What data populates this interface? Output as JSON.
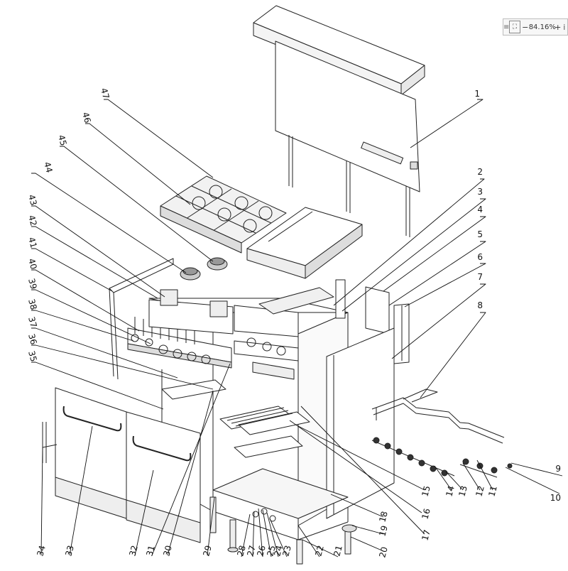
{
  "viewer": {
    "zoom_value": "84.16%",
    "zoom_minus": "−",
    "zoom_plus": "+",
    "menu_icon": "hamburger-icon",
    "fit_icon": "fit-to-screen-icon",
    "overflow_glyph": "i"
  },
  "callouts": [
    "1",
    "2",
    "3",
    "4",
    "5",
    "6",
    "7",
    "8",
    "9",
    "10",
    "11",
    "12",
    "13",
    "14",
    "15",
    "16",
    "17",
    "18",
    "19",
    "20",
    "21",
    "22",
    "23",
    "24",
    "25",
    "26",
    "27",
    "28",
    "29",
    "30",
    "31",
    "32",
    "33",
    "34",
    "35",
    "36",
    "37",
    "38",
    "39",
    "40",
    "41",
    "42",
    "43",
    "44",
    "45",
    "46",
    "47"
  ]
}
